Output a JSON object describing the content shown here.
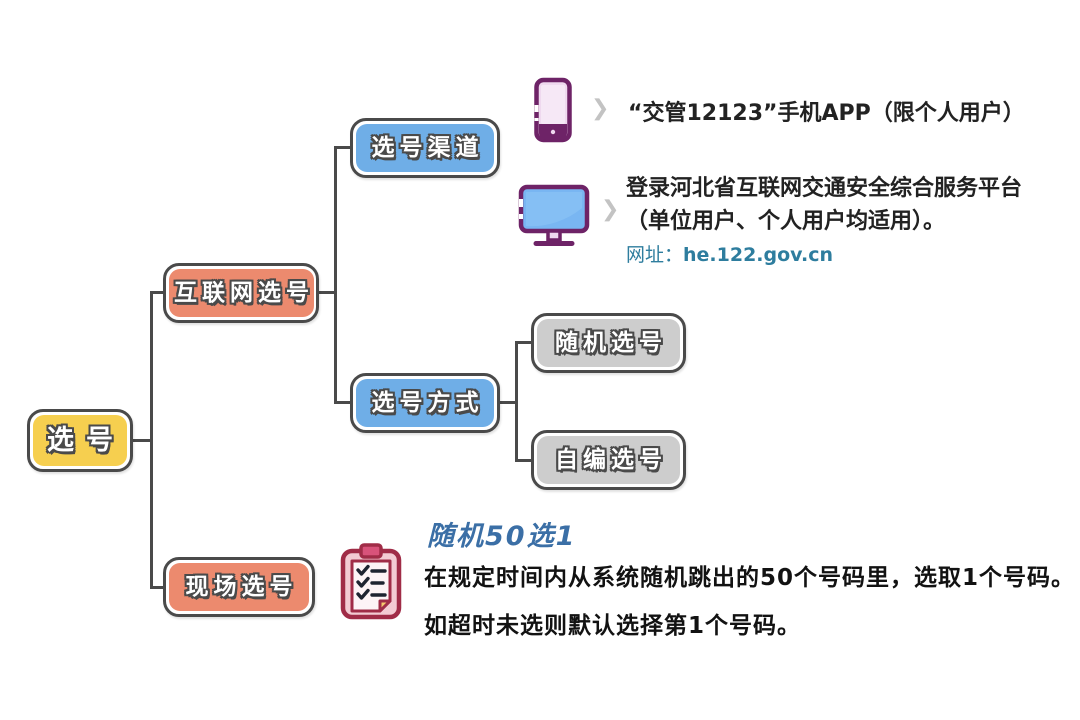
{
  "colors": {
    "line": "#4a4a4a",
    "root_fill": "#f6cf4f",
    "branch_fill": "#ec8a6e",
    "sub_fill": "#6faee7",
    "leaf_fill": "#cdcdcd",
    "url_text": "#2e7d9e",
    "heading_text": "#3b6fa6",
    "icon_purple": "#6e2367",
    "icon_crimson": "#a02c47"
  },
  "nodes": {
    "root": "选号",
    "internet": "互联网选号",
    "onsite": "现场选号",
    "channel": "选号渠道",
    "method": "选号方式",
    "random": "随机选号",
    "custom": "自编选号"
  },
  "channel_details": {
    "app_line": "“交管12123”手机APP（限个人用户）",
    "web_line1": "登录河北省互联网交通安全综合服务平台",
    "web_line2": "（单位用户、个人用户均适用）。",
    "url_label": "网址：",
    "url": "he.122.gov.cn"
  },
  "onsite_details": {
    "heading": "随机50选1",
    "line1": "在规定时间内从系统随机跳出的50个号码里，选取1个号码。",
    "line2": "如超时未选则默认选择第1个号码。"
  },
  "icons": {
    "chevron_glyph": "❯",
    "phone": "smartphone-icon",
    "monitor": "desktop-monitor-icon",
    "clipboard": "checklist-clipboard-icon"
  }
}
